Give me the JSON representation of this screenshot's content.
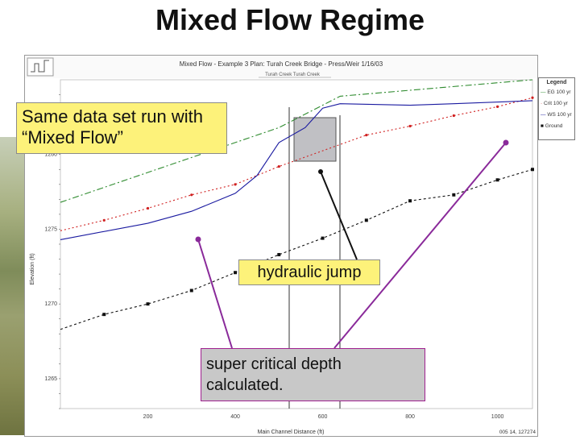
{
  "slide": {
    "title": "Mixed Flow Regime"
  },
  "plot": {
    "header": "Mixed Flow - Example 3     Plan: Turah Creek Bridge - Press/Weir     1/16/03",
    "subheader": "Turah Creek Turah Creek",
    "ylabel": "Elevation (ft)",
    "xlabel": "Main Channel Distance (ft)",
    "ytick_labels": [
      "1280",
      "1275",
      "1270",
      "1265"
    ],
    "xtick_labels": [
      "200",
      "400",
      "600",
      "800",
      "1000"
    ],
    "corner_label": "005 14, 127274"
  },
  "legend": {
    "title": "Legend",
    "items": [
      "EG 100 yr",
      "Crit 100 yr",
      "WS 100 yr",
      "Ground"
    ]
  },
  "callouts": {
    "mixed_flow_line1": "Same data set run with",
    "mixed_flow_line2": "“Mixed Flow”",
    "hydraulic_jump": "hydraulic jump",
    "super_critical_line1": "super critical depth",
    "super_critical_line2": "calculated."
  },
  "colors": {
    "eg": "#2e8b2e",
    "crit": "#d02020",
    "ws": "#1a1aa0",
    "ground": "#111111",
    "callout_yellow": "#fdf27a",
    "callout_gray": "#c8c8c8",
    "arrow_purple": "#8a2a9a"
  },
  "chart_data": {
    "type": "line",
    "xlim": [
      0,
      1080
    ],
    "ylim": [
      1263,
      1285
    ],
    "series": [
      {
        "name": "EG 100 yr",
        "x": [
          0,
          500,
          640,
          1080
        ],
        "y": [
          1276.8,
          1281.8,
          1283.9,
          1285.0
        ]
      },
      {
        "name": "Crit 100 yr",
        "x": [
          0,
          100,
          200,
          300,
          400,
          500,
          700,
          800,
          900,
          1000,
          1080
        ],
        "y": [
          1274.9,
          1275.6,
          1276.4,
          1277.3,
          1278.0,
          1279.2,
          1281.3,
          1281.9,
          1282.6,
          1283.2,
          1283.8
        ]
      },
      {
        "name": "WS 100 yr",
        "x": [
          0,
          200,
          300,
          400,
          450,
          500,
          560,
          600,
          640,
          800,
          900,
          1080
        ],
        "y": [
          1274.3,
          1275.4,
          1276.2,
          1277.4,
          1278.6,
          1280.8,
          1281.8,
          1283.1,
          1283.4,
          1283.3,
          1283.4,
          1283.6
        ]
      },
      {
        "name": "Ground",
        "x": [
          0,
          100,
          200,
          300,
          400,
          500,
          600,
          700,
          800,
          900,
          1000,
          1080
        ],
        "y": [
          1268.3,
          1269.3,
          1270.0,
          1270.9,
          1272.1,
          1273.3,
          1274.4,
          1275.6,
          1276.9,
          1277.3,
          1278.3,
          1279.0
        ]
      }
    ]
  }
}
